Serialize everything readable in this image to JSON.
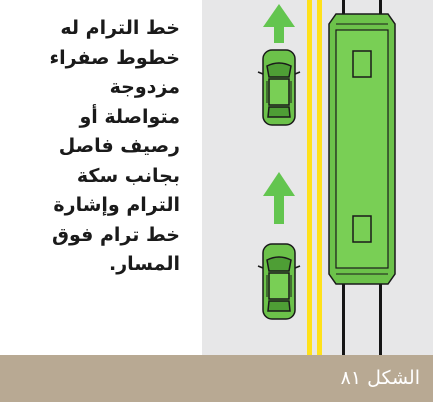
{
  "figure": {
    "description_lines": [
      "خط الترام له",
      "خطوط صفراء",
      "مزدوجة",
      "متواصلة أو",
      "رصيف فاصل",
      "بجانب سكة",
      "الترام وإشارة",
      "خط ترام فوق",
      "المسار."
    ],
    "caption": "الشكل ٨١"
  },
  "colors": {
    "road": "#e7e7e8",
    "yellow_line": "#ffe11a",
    "arrow_green": "#63c54f",
    "car_green": "#6cc24a",
    "tram_green": "#6cc24a",
    "caption_bar": "#b8a993"
  }
}
